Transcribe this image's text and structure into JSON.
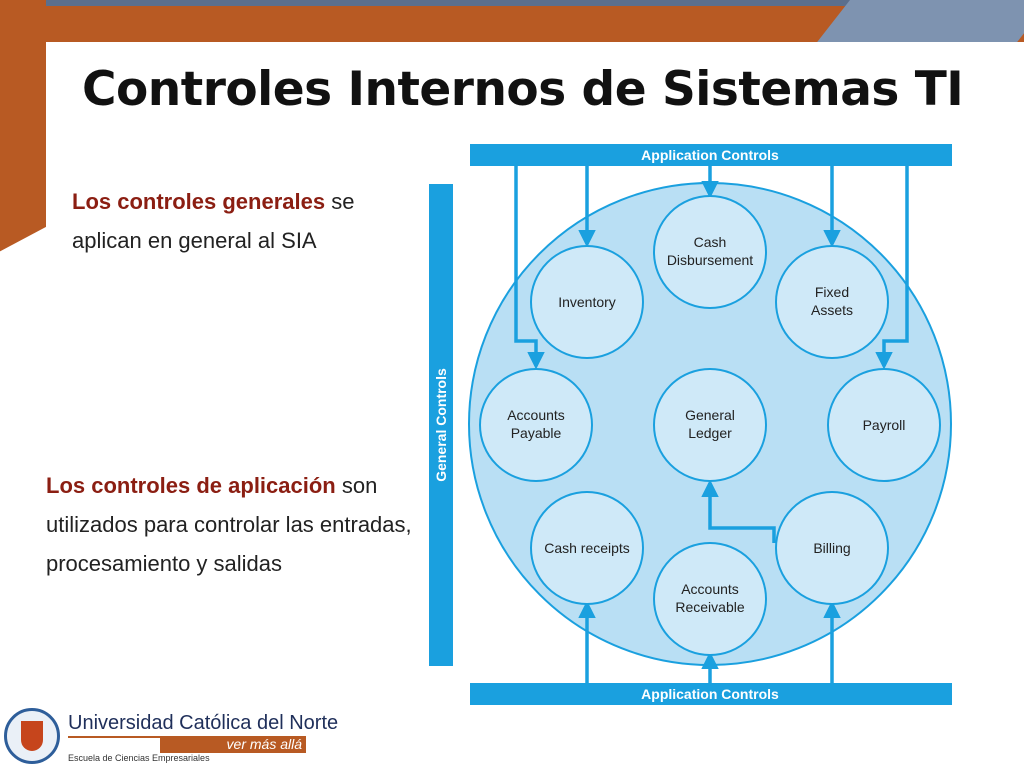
{
  "slide": {
    "title": "Controles Internos de Sistemas TI",
    "paragraph1": {
      "emphasis": "Los controles generales",
      "rest": " se aplican en general al SIA"
    },
    "paragraph2": {
      "emphasis": "Los controles de aplicación",
      "rest": " son utilizados para controlar las entradas, procesamiento y salidas"
    }
  },
  "diagram": {
    "top_bar_label": "Application Controls",
    "bottom_bar_label": "Application Controls",
    "side_bar_label": "General Controls",
    "nodes": {
      "cash_disbursement": [
        "Cash",
        "Disbursement"
      ],
      "inventory": [
        "Inventory"
      ],
      "fixed_assets": [
        "Fixed",
        "Assets"
      ],
      "accounts_payable": [
        "Accounts",
        "Payable"
      ],
      "general_ledger": [
        "General",
        "Ledger"
      ],
      "payroll": [
        "Payroll"
      ],
      "cash_receipts": [
        "Cash receipts"
      ],
      "accounts_receivable": [
        "Accounts",
        "Receivable"
      ],
      "billing": [
        "Billing"
      ]
    }
  },
  "footer": {
    "university": "Universidad Católica del Norte",
    "tagline": "ver más allá",
    "school": "Escuela de Ciencias Empresariales"
  },
  "colors": {
    "accent": "#b85a23",
    "emphasis_text": "#8b1e12",
    "diagram_bar": "#1aa0df",
    "circle_fill": "#b9dff4",
    "node_fill": "#cfe9f8"
  }
}
